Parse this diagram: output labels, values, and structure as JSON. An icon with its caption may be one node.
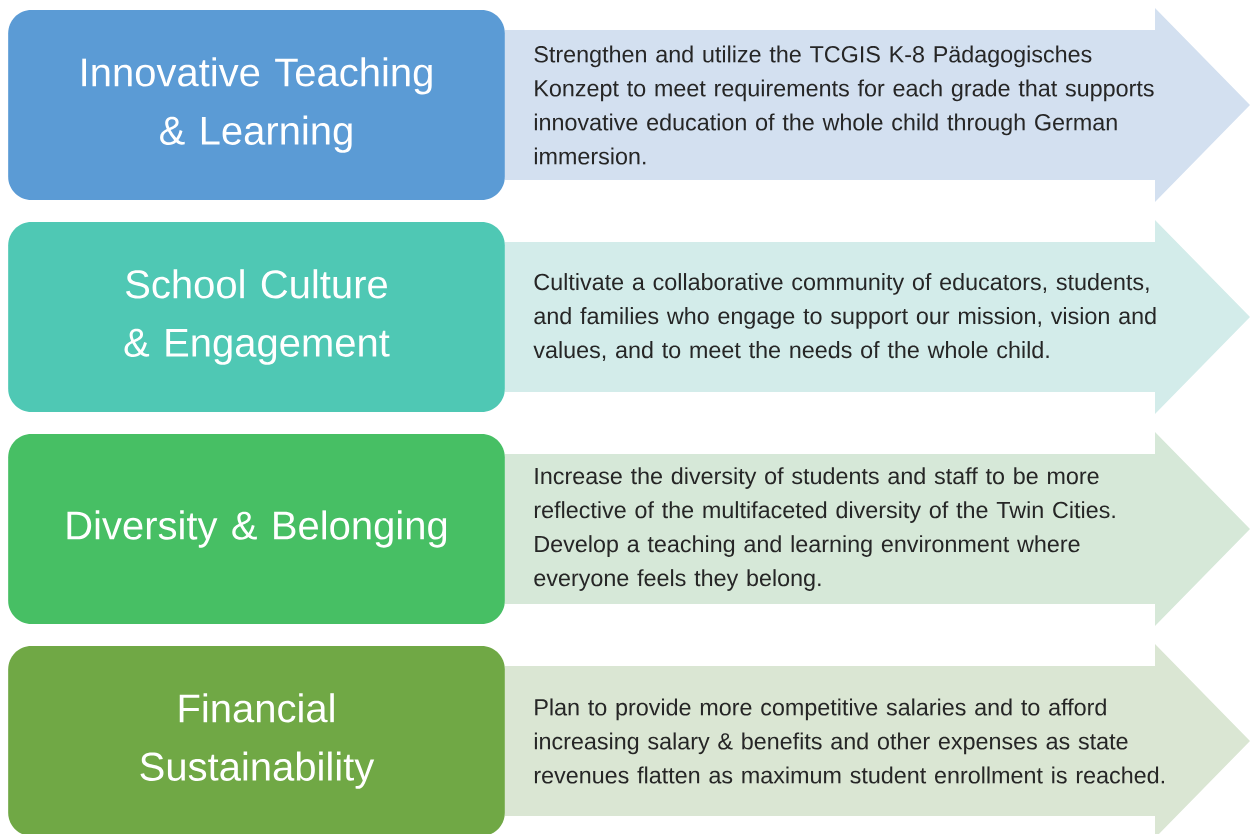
{
  "diagram": {
    "nodes": [
      {
        "text": [
          "Innovative Teaching & Learning"
        ]
      },
      {
        "text": [
          "Strengthen and utilize the TCGIS K-8 Pädagogisches Konzept to meet requirements for each grade that supports innovative education of the whole child through German immersion."
        ]
      },
      {
        "text": [
          "School Culture & Engagement"
        ]
      },
      {
        "text": [
          "Cultivate a collaborative community of educators, students, and families who engage to support our mission, vision and values, and to meet the needs of the whole child."
        ]
      },
      {
        "text": [
          "Diversity & Belonging"
        ]
      },
      {
        "text": [
          "Increase the diversity of students and staff to be more reflective of the multifaceted diversity of the Twin Cities. Develop a teaching and learning environment where everyone feels they belong."
        ]
      },
      {
        "text": [
          "Financial Sustainability"
        ]
      },
      {
        "text": [
          "Plan to provide more competitive salaries and to afford increasing salary & benefits and other expenses as state revenues flatten as maximum student enrollment is reached."
        ]
      }
    ]
  }
}
